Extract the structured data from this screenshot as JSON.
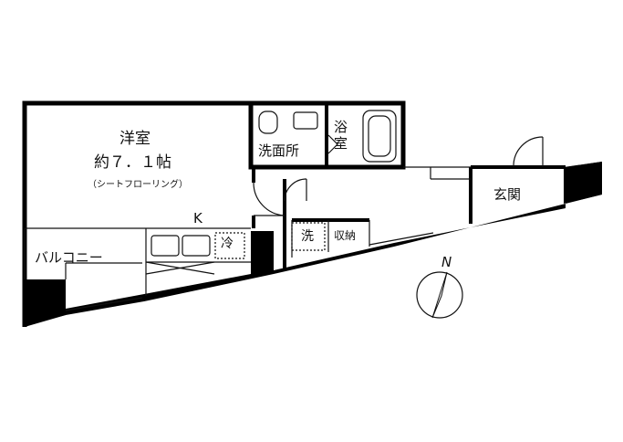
{
  "floor_plan": {
    "rooms": {
      "western_room": {
        "name": "洋室",
        "size": "約７．１帖",
        "flooring": "（シートフローリング）"
      },
      "kitchen": "K",
      "refrigerator": "冷",
      "washroom": "洗面所",
      "bathroom": "浴室",
      "washer": "洗",
      "storage": "収納",
      "entrance": "玄関",
      "balcony": "バルコニー"
    },
    "compass": {
      "north_label": "N"
    },
    "colors": {
      "wall": "#000000",
      "line": "#111111",
      "background": "#ffffff"
    }
  }
}
